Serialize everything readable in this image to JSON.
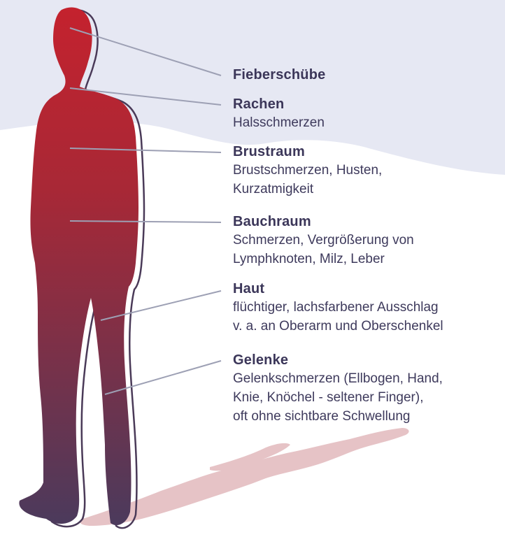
{
  "colors": {
    "background_band": "#e6e8f3",
    "figure_top": "#c4222e",
    "figure_bottom": "#4b3a5c",
    "outline": "#4a3a58",
    "shadow": "#e6c3c6",
    "leader_line": "#9da0b4",
    "text": "#3b3659"
  },
  "labels": [
    {
      "title": "Fieberschübe",
      "description": ""
    },
    {
      "title": "Rachen",
      "description": "Halsschmerzen"
    },
    {
      "title": "Brustraum",
      "description": "Brustschmerzen, Husten,\nKurzatmigkeit"
    },
    {
      "title": "Bauchraum",
      "description": "Schmerzen, Vergrößerung von\nLymphknoten, Milz, Leber"
    },
    {
      "title": "Haut",
      "description": "flüchtiger, lachsfarbener Ausschlag\nv. a. an Oberarm und Oberschenkel"
    },
    {
      "title": "Gelenke",
      "description": "Gelenkschmerzen (Ellbogen, Hand,\nKnie, Knöchel - seltener Finger),\noft ohne sichtbare Schwellung"
    }
  ]
}
